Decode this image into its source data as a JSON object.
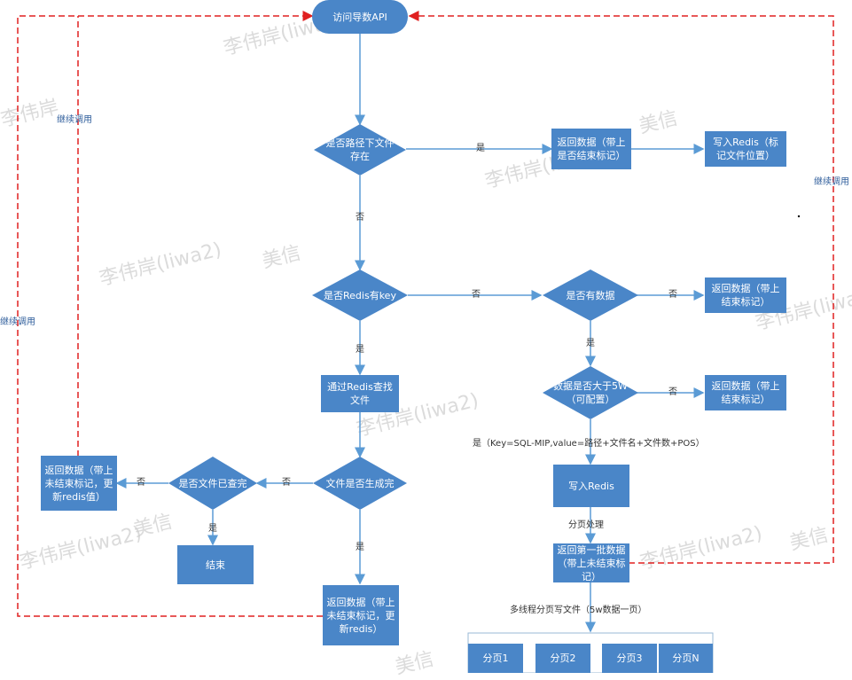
{
  "nodes": {
    "start": "访问导数API",
    "q_path_file": "是否路径下文件存在",
    "ret_end_flag_top": "返回数据（带上是否结束标记）",
    "write_redis_pos": "写入Redis（标记文件位置）",
    "q_redis_key": "是否Redis有key",
    "q_has_data": "是否有数据",
    "ret_end_flag_1": "返回数据（带上结束标记）",
    "q_over_5w": "数据是否大于5W（可配置）",
    "ret_end_flag_2": "返回数据（带上结束标记）",
    "find_by_redis": "通过Redis查找文件",
    "q_file_generated": "文件是否生成完",
    "q_file_checked": "是否文件已查完",
    "ret_update_redis_left": "返回数据（带上未结束标记，更新redis值）",
    "end": "结束",
    "ret_update_redis_bottom": "返回数据（带上未结束标记，更新redis）",
    "write_redis": "写入Redis",
    "ret_first_batch": "返回第一批数据（带上未结束标记）",
    "page_1": "分页1",
    "page_2": "分页2",
    "page_3": "分页3",
    "page_n": "分页N"
  },
  "labels": {
    "yes": "是",
    "no": "否",
    "continue_call": "继续调用",
    "redis_kv": "是（Key=SQL-MIP,value=路径+文件名+文件数+POS）",
    "paging": "分页处理",
    "multithread": "多线程分页写文件（5w数据一页）"
  },
  "watermark": {
    "name": "李伟岸(liwa2)",
    "short": "李伟岸",
    "brand": "美信",
    "brand_alt": "美信"
  },
  "colors": {
    "shape_fill": "#4a86c8",
    "arrow": "#5b9bd5",
    "loop_line": "#e02020",
    "label_blue": "#2e5d9b"
  }
}
